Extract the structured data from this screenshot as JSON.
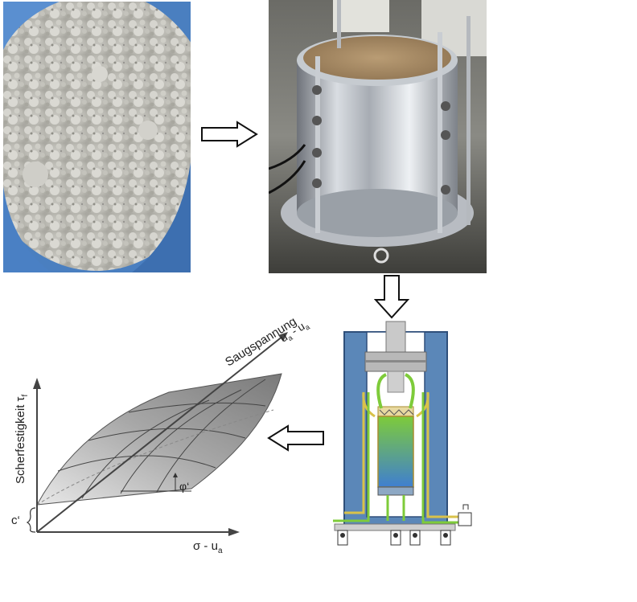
{
  "surface_plot": {
    "y_axis_label": "Scherfestigkeit",
    "y_axis_symbol": "τ",
    "y_axis_symbol_sub": "f",
    "x_axis_label": "σ - u",
    "x_axis_label_sub": "a",
    "suction_axis_label": "Saugspannung",
    "suction_axis_symbol": "u",
    "suction_axis_symbol_sub": "a",
    "suction_axis_symbol_tail": " - u",
    "suction_axis_symbol_tail_sub": "a",
    "cohesion_label": "c‘",
    "angle_label": "φ‘"
  },
  "colors": {
    "arrow_stroke": "#111111",
    "cell_blue": "#5b87b8",
    "cell_blue_dark": "#2f4f7a",
    "specimen_top": "#7ecb3a",
    "specimen_bottom": "#3f7fd0",
    "pipe_green": "#7ecb3a",
    "pipe_yellow": "#d9c24a",
    "surface_light": "#f2f2f2",
    "surface_dark": "#7a7a7a"
  },
  "icons": [
    "process-arrow-right",
    "process-arrow-down",
    "process-arrow-left"
  ]
}
